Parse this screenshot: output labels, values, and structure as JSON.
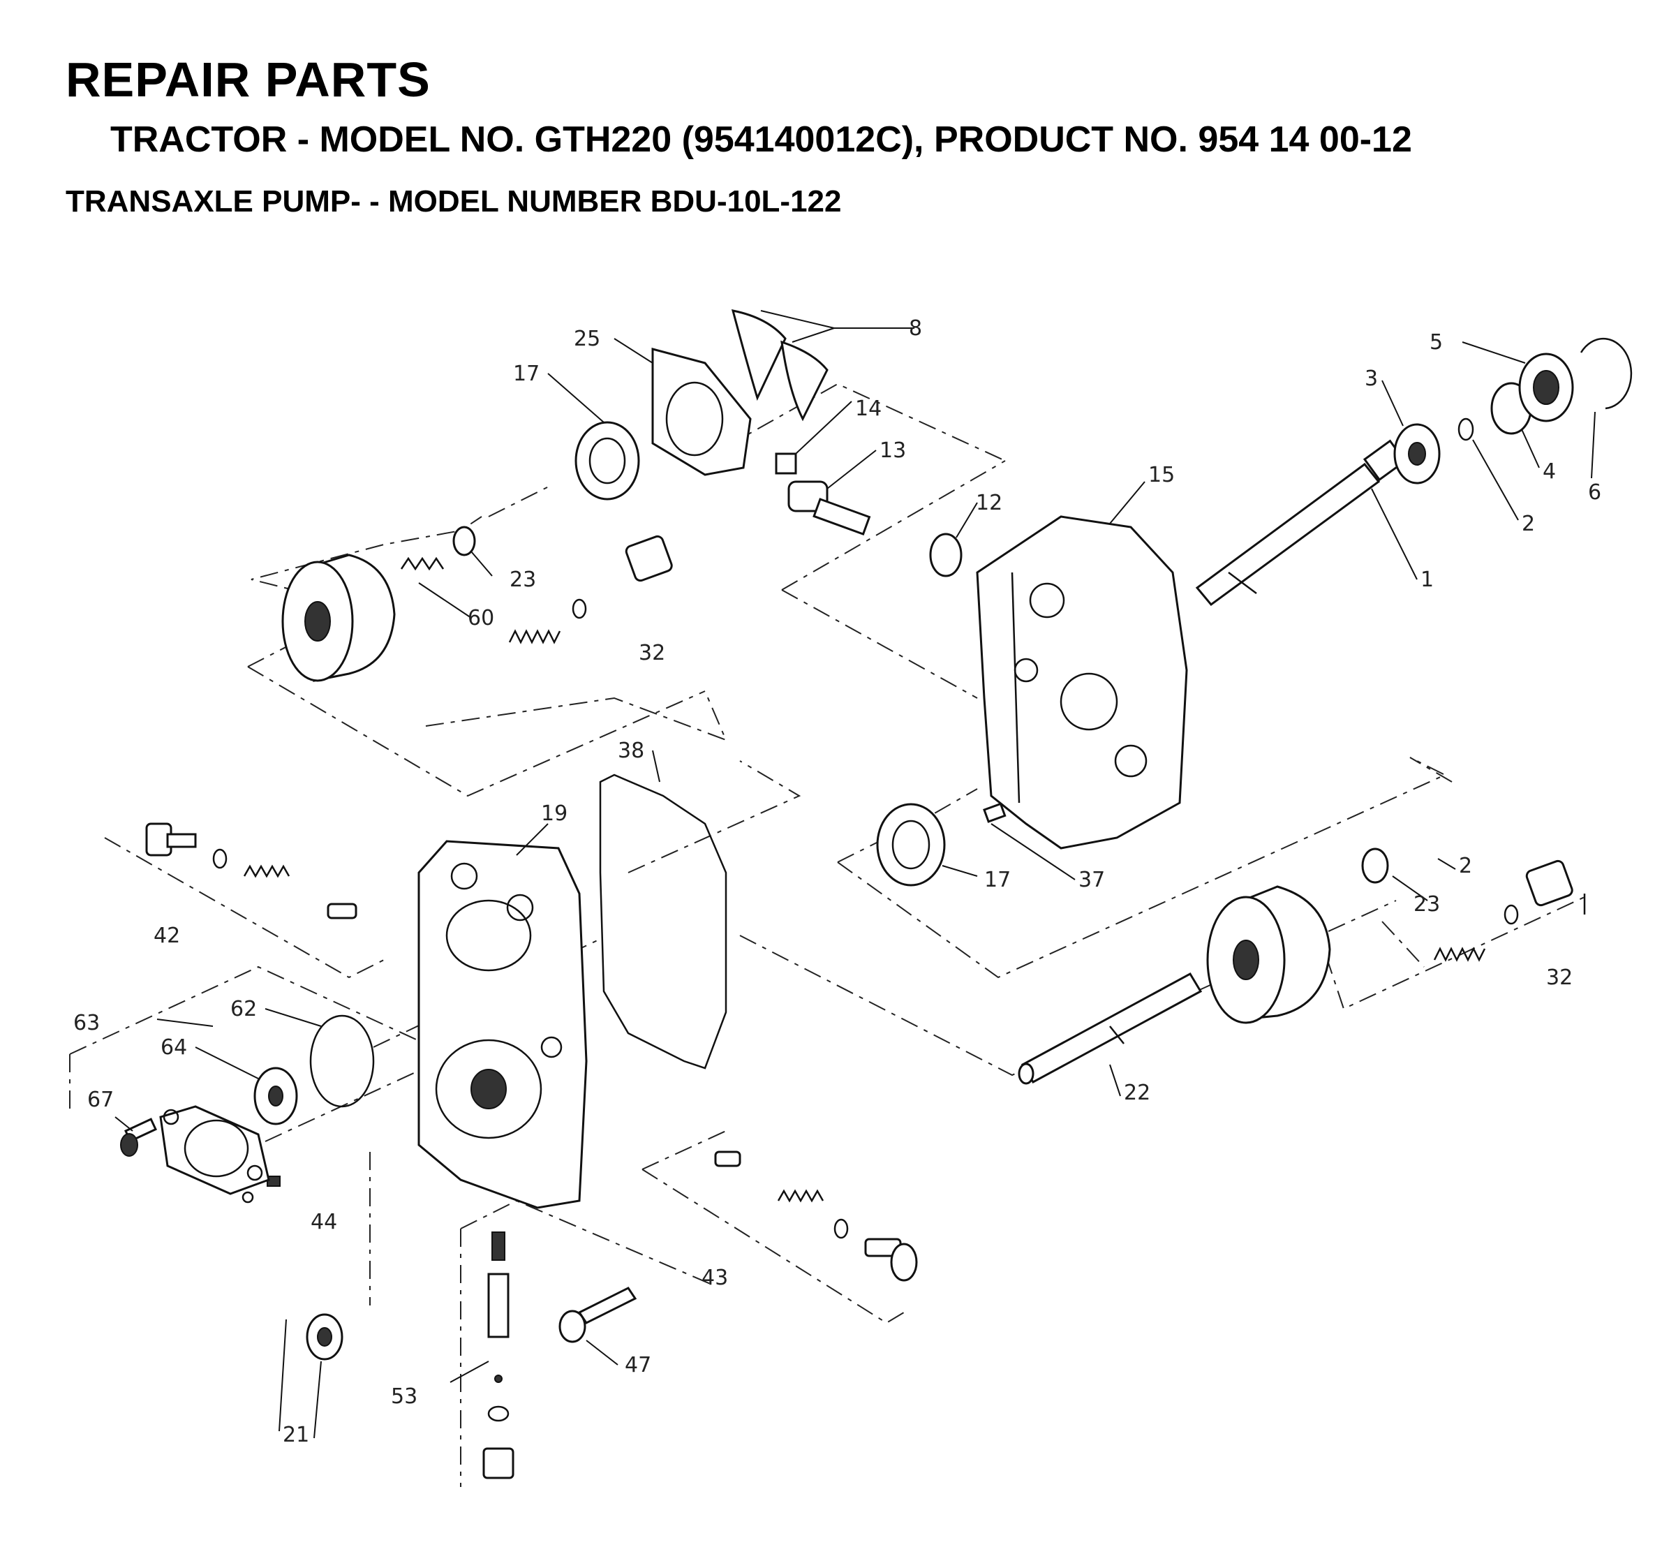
{
  "header": {
    "title": "REPAIR PARTS",
    "subtitle": "TRACTOR - MODEL NO. GTH220 (954140012C), PRODUCT NO. 954 14 00-12",
    "section": "TRANSAXLE PUMP- - MODEL NUMBER BDU-10L-122"
  },
  "callouts": {
    "p1": "1",
    "p2a": "2",
    "p2b": "2",
    "p3": "3",
    "p4": "4",
    "p5": "5",
    "p6": "6",
    "p8": "8",
    "p12": "12",
    "p13": "13",
    "p14": "14",
    "p15": "15",
    "p17a": "17",
    "p17b": "17",
    "p19": "19",
    "p21": "21",
    "p22": "22",
    "p23a": "23",
    "p23b": "23",
    "p25": "25",
    "p32a": "32",
    "p32b": "32",
    "p37": "37",
    "p38": "38",
    "p42": "42",
    "p43": "43",
    "p44": "44",
    "p47": "47",
    "p53": "53",
    "p60": "60",
    "p62": "62",
    "p63": "63",
    "p64": "64",
    "p67": "67"
  }
}
